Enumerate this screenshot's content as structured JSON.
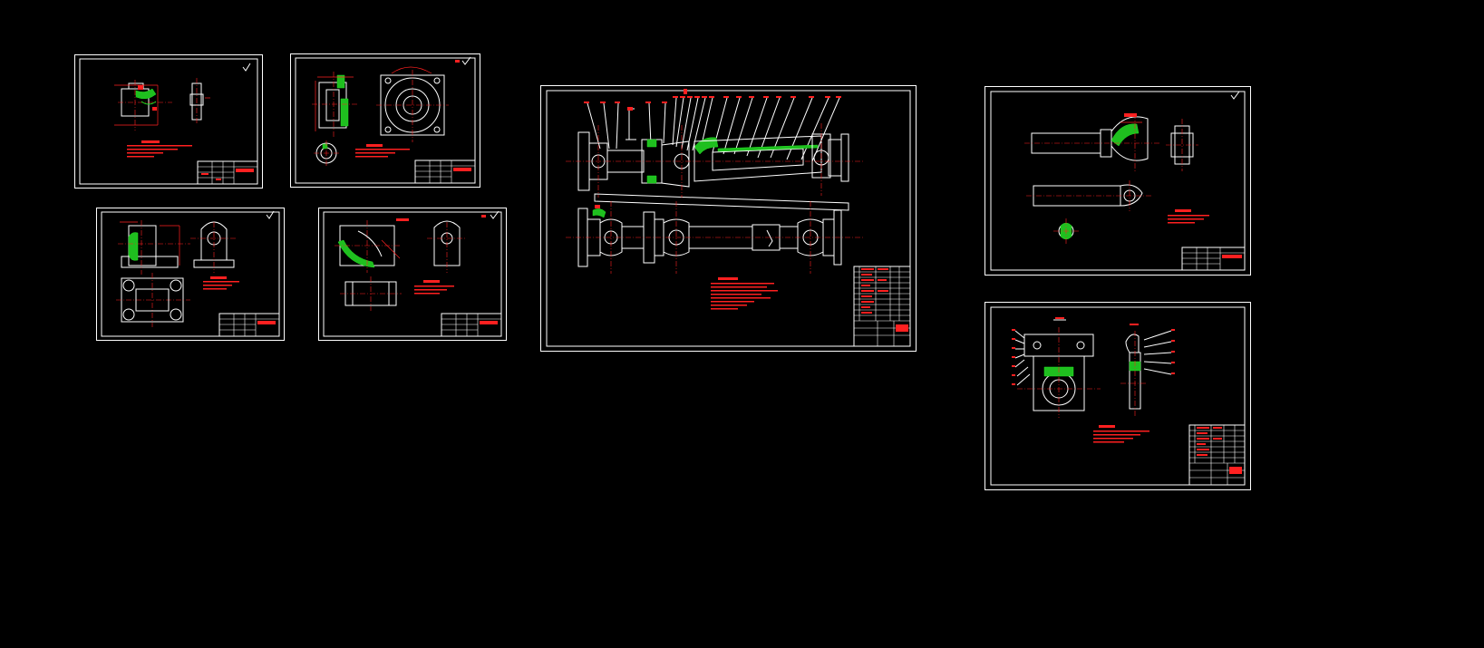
{
  "canvas": {
    "background": "#000000"
  },
  "colors": {
    "border": "#ffffff",
    "dimension_red": "#ff2020",
    "section_green": "#1fbf1f"
  },
  "sheets": [
    {
      "id": "sheet-a",
      "kind": "part-drawing"
    },
    {
      "id": "sheet-b",
      "kind": "part-drawing"
    },
    {
      "id": "sheet-c",
      "kind": "part-drawing"
    },
    {
      "id": "sheet-d",
      "kind": "part-drawing"
    },
    {
      "id": "sheet-main",
      "kind": "assembly-drawing"
    },
    {
      "id": "sheet-e",
      "kind": "part-drawing"
    },
    {
      "id": "sheet-f",
      "kind": "assembly-drawing"
    }
  ],
  "icons": [
    "check-mark-icon",
    "roughness-symbol-icon"
  ]
}
